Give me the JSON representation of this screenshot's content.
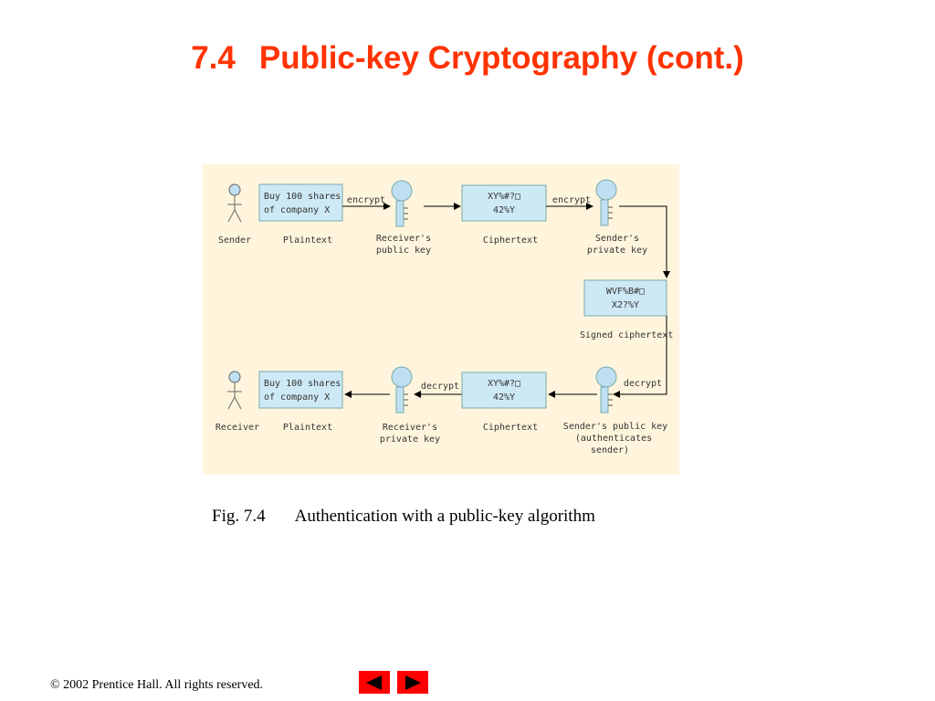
{
  "slide": {
    "title_number": "7.4",
    "title_text": "Public-key Cryptography (cont.)"
  },
  "diagram": {
    "top_row": {
      "sender_label": "Sender",
      "plaintext_line1": "Buy 100 shares",
      "plaintext_line2": "of company X",
      "plaintext_label": "Plaintext",
      "encrypt_label_1": "encrypt",
      "key1_label_line1": "Receiver's",
      "key1_label_line2": "public key",
      "ciphertext_line1": "XY%#?□",
      "ciphertext_line2": "42%Y",
      "ciphertext_label": "Ciphertext",
      "encrypt_label_2": "encrypt",
      "key2_label_line1": "Sender's",
      "key2_label_line2": "private key"
    },
    "signed": {
      "line1": "WVF%B#□",
      "line2": "X2?%Y",
      "label": "Signed ciphertext"
    },
    "bottom_row": {
      "receiver_label": "Receiver",
      "plaintext_line1": "Buy 100 shares",
      "plaintext_line2": "of company X",
      "plaintext_label": "Plaintext",
      "decrypt_label_1": "decrypt",
      "key3_label_line1": "Receiver's",
      "key3_label_line2": "private key",
      "ciphertext_line1": "XY%#?□",
      "ciphertext_line2": "42%Y",
      "ciphertext_label": "Ciphertext",
      "decrypt_label_2": "decrypt",
      "key4_label_line1": "Sender's public key",
      "key4_label_line2": "(authenticates",
      "key4_label_line3": "sender)"
    },
    "colors": {
      "background": "#fff5dc",
      "box_fill": "#cde9f5",
      "key_fill": "#bfe0f2",
      "title": "#ff3300"
    }
  },
  "caption": {
    "fig_number": "Fig. 7.4",
    "text": "Authentication with a public-key algorithm"
  },
  "footer": {
    "copyright_symbol": "©",
    "text": " 2002 Prentice Hall.  All rights reserved."
  },
  "nav": {
    "prev_icon": "left-triangle-icon",
    "next_icon": "right-triangle-icon"
  }
}
